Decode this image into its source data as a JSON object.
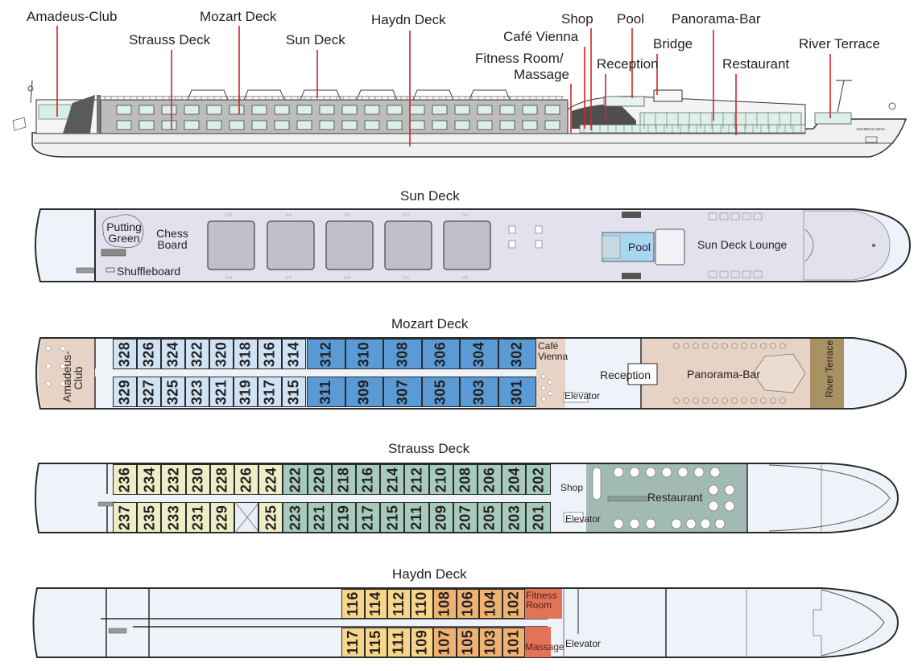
{
  "profile": {
    "ship_name": "AMADEUS NOVA",
    "labels": [
      {
        "key": "amadeus_club",
        "text": "Amadeus-Club"
      },
      {
        "key": "strauss_deck",
        "text": "Strauss Deck"
      },
      {
        "key": "mozart_deck",
        "text": "Mozart Deck"
      },
      {
        "key": "sun_deck",
        "text": "Sun Deck"
      },
      {
        "key": "haydn_deck",
        "text": "Haydn Deck"
      },
      {
        "key": "fitness",
        "text": "Fitness Room/"
      },
      {
        "key": "massage",
        "text": "Massage"
      },
      {
        "key": "cafe",
        "text": "Café Vienna"
      },
      {
        "key": "shop",
        "text": "Shop"
      },
      {
        "key": "pool",
        "text": "Pool"
      },
      {
        "key": "reception",
        "text": "Reception"
      },
      {
        "key": "bridge",
        "text": "Bridge"
      },
      {
        "key": "panorama",
        "text": "Panorama-Bar"
      },
      {
        "key": "restaurant",
        "text": "Restaurant"
      },
      {
        "key": "river_terrace",
        "text": "River Terrace"
      }
    ]
  },
  "colors": {
    "leader_line": "#d2232a",
    "sun_deck_floor": "#e1e2ee",
    "pool_water": "#a9d6f0",
    "mozart_light": "#cfe3f5",
    "mozart_dark": "#5b9bd5",
    "public_beige": "#e6d3c5",
    "river_terrace": "#a89162",
    "strauss_yellow": "#eeeec6",
    "strauss_green": "#a6cbbd",
    "restaurant": "#a2bab4",
    "haydn_light": "#f7d58b",
    "haydn_dark": "#f0b272",
    "fitness": "#e0735a",
    "hull_fill": "#eef3f9"
  },
  "decks": {
    "sun": {
      "title": "Sun Deck",
      "areas": {
        "putting_green": "Putting Green",
        "chess_board": "Chess Board",
        "shuffleboard": "Shuffleboard",
        "pool": "Pool",
        "lounge": "Sun Deck Lounge"
      }
    },
    "mozart": {
      "title": "Mozart Deck",
      "top_row": [
        "328",
        "326",
        "324",
        "322",
        "320",
        "318",
        "316",
        "314",
        "312",
        "310",
        "308",
        "306",
        "304",
        "302"
      ],
      "bottom_row": [
        "329",
        "327",
        "325",
        "323",
        "321",
        "319",
        "317",
        "315",
        "311",
        "309",
        "307",
        "305",
        "303",
        "301"
      ],
      "areas": {
        "amadeus_club": "Amadeus-Club",
        "cafe": "Café Vienna",
        "reception": "Reception",
        "elevator": "Elevator",
        "panorama": "Panorama-Bar",
        "river_terrace": "River Terrace"
      }
    },
    "strauss": {
      "title": "Strauss Deck",
      "top_row": [
        "236",
        "234",
        "232",
        "230",
        "228",
        "226",
        "224",
        "222",
        "220",
        "218",
        "216",
        "214",
        "212",
        "210",
        "208",
        "206",
        "204",
        "202"
      ],
      "bottom_row": [
        "237",
        "235",
        "233",
        "231",
        "229",
        "",
        "225",
        "223",
        "221",
        "219",
        "217",
        "215",
        "211",
        "209",
        "207",
        "205",
        "203",
        "201"
      ],
      "areas": {
        "shop": "Shop",
        "elevator": "Elevator",
        "restaurant": "Restaurant"
      }
    },
    "haydn": {
      "title": "Haydn Deck",
      "top_row": [
        "116",
        "114",
        "112",
        "110",
        "108",
        "106",
        "104",
        "102"
      ],
      "bottom_row": [
        "117",
        "115",
        "111",
        "109",
        "107",
        "105",
        "103",
        "101"
      ],
      "areas": {
        "fitness": "Fitness Room",
        "massage": "Massage",
        "elevator": "Elevator"
      }
    }
  }
}
